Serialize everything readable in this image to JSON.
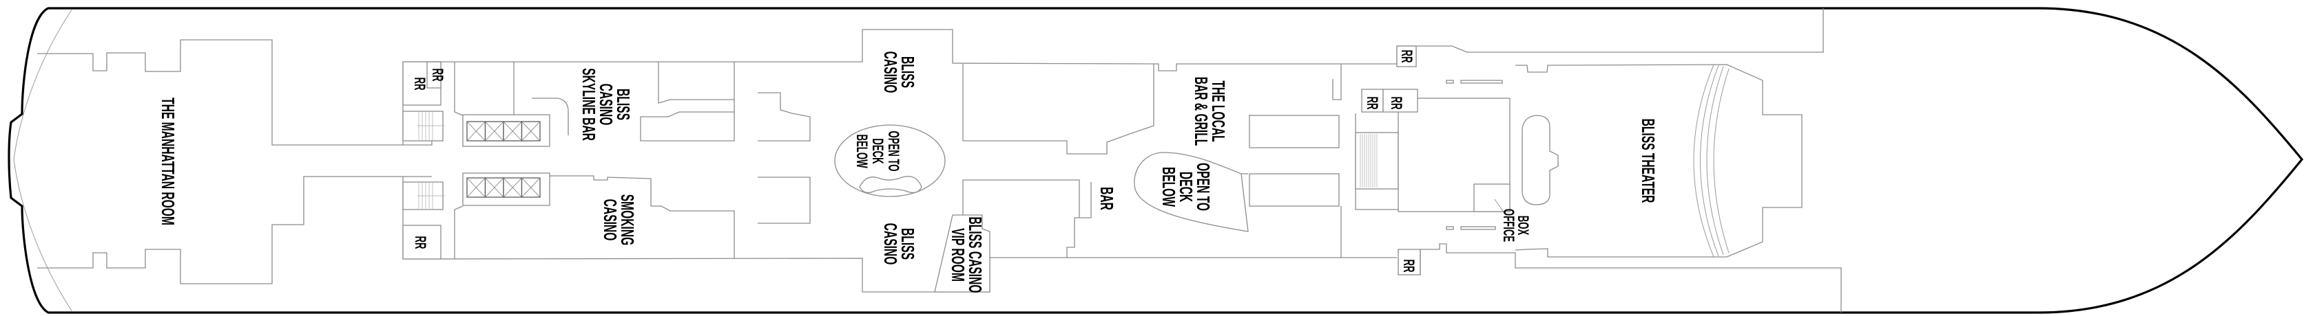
{
  "deck_plan": {
    "labels": {
      "manhattan_room": [
        "THE MANHATTAN ROOM"
      ],
      "skyline_bar": [
        "BLISS",
        "CASINO",
        "SKYLINE BAR"
      ],
      "smoking_casino": [
        "SMOKING",
        "CASINO"
      ],
      "bliss_casino_top": [
        "BLISS",
        "CASINO"
      ],
      "open_deck_1": [
        "OPEN TO",
        "DECK",
        "BELOW"
      ],
      "bliss_casino_bottom": [
        "BLISS",
        "CASINO"
      ],
      "vip_room": [
        "BLISS CASINO",
        "VIP ROOM"
      ],
      "bar": [
        "BAR"
      ],
      "the_local": [
        "THE LOCAL",
        "BAR & GRILL"
      ],
      "open_deck_2": [
        "OPEN TO",
        "DECK",
        "BELOW"
      ],
      "box_office": [
        "BOX",
        "OFFICE"
      ],
      "bliss_theater": [
        "BLISS THEATER"
      ],
      "restroom": "RR"
    },
    "colors": {
      "hull": "#000000",
      "walls": "#8c8c8c",
      "background": "#ffffff"
    }
  }
}
